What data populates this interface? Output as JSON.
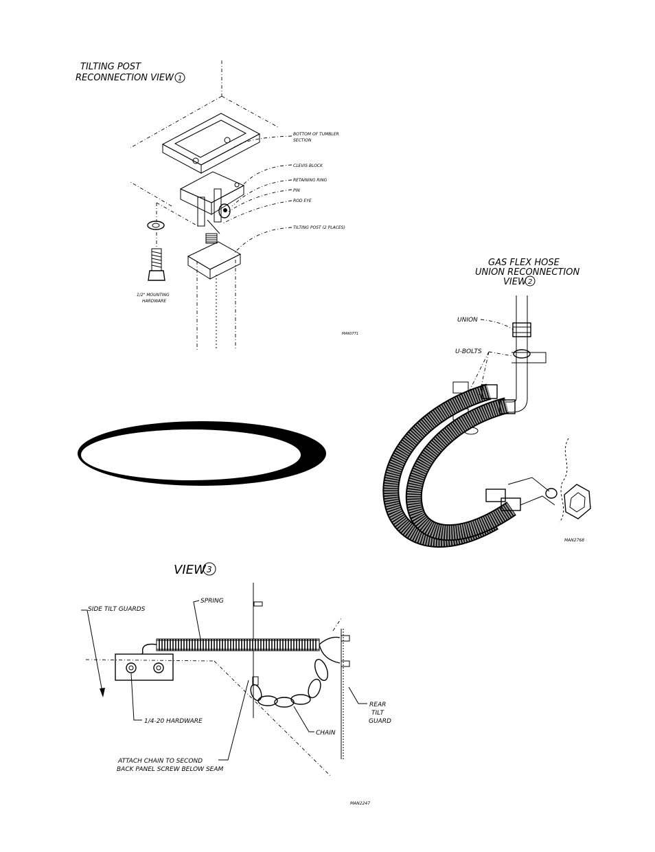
{
  "view1": {
    "title_line1": "TILTING POST",
    "title_line2": "RECONNECTION VIEW",
    "view_number": "1",
    "callouts": {
      "bottom_of_tumbler_line1": "BOTTOM OF TUMBLER",
      "bottom_of_tumbler_line2": "SECTION",
      "clevis_block": "CLEVIS BLOCK",
      "retaining_ring": "RETAINING RING",
      "pin": "PIN",
      "rod_eye": "ROD EYE",
      "tilting_post": "TILTING POST (2 PLACES)",
      "hardware_line1": "1/2\" MOUNTING",
      "hardware_line2": "HARDWARE"
    },
    "drawing_id": "MAN0771"
  },
  "view2": {
    "title_line1": "GAS FLEX HOSE",
    "title_line2": "UNION RECONNECTION",
    "title_line3": "VIEW",
    "view_number": "2",
    "callouts": {
      "union": "UNION",
      "u_bolts": "U-BOLTS"
    },
    "drawing_id": "MAN2768"
  },
  "view3": {
    "title": "VIEW",
    "view_number": "3",
    "callouts": {
      "side_tilt_guards": "SIDE TILT GUARDS",
      "spring": "SPRING",
      "hardware": "1/4-20 HARDWARE",
      "chain": "CHAIN",
      "rear_line1": "REAR",
      "rear_line2": "TILT",
      "rear_line3": "GUARD",
      "attach_line1": "ATTACH CHAIN TO SECOND",
      "attach_line2": "BACK PANEL SCREW BELOW SEAM"
    },
    "drawing_id": "MAN2247"
  },
  "colors": {
    "ink": "#000000",
    "paper": "#ffffff",
    "hose_shade": "#9a9a9a"
  }
}
